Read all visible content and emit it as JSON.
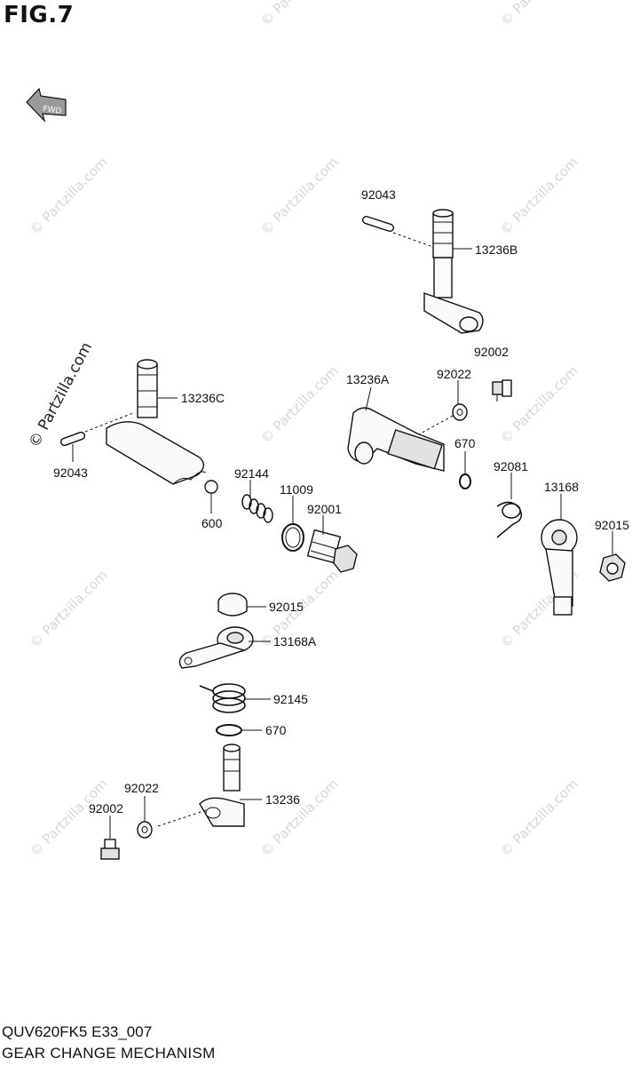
{
  "figure": {
    "title": "FIG.7",
    "fwd_label": "FWD"
  },
  "footer": {
    "model": "QUV620FK5 E33_007",
    "title": "GEAR CHANGE MECHANISM"
  },
  "watermark": {
    "text": "© Partzilla.com"
  },
  "part_labels": {
    "p92043_top": "92043",
    "p13236B": "13236B",
    "p92002_right": "92002",
    "p92022_right": "92022",
    "p13236A": "13236A",
    "p670_right": "670",
    "p92081": "92081",
    "p13168": "13168",
    "p92015_right": "92015",
    "p13236C": "13236C",
    "p92043_left": "92043",
    "p92144": "92144",
    "p11009": "11009",
    "p92001": "92001",
    "p600": "600",
    "p92015_mid": "92015",
    "p13168A": "13168A",
    "p92145": "92145",
    "p670_mid": "670",
    "p13236": "13236",
    "p92022_left": "92022",
    "p92002_left": "92002"
  }
}
